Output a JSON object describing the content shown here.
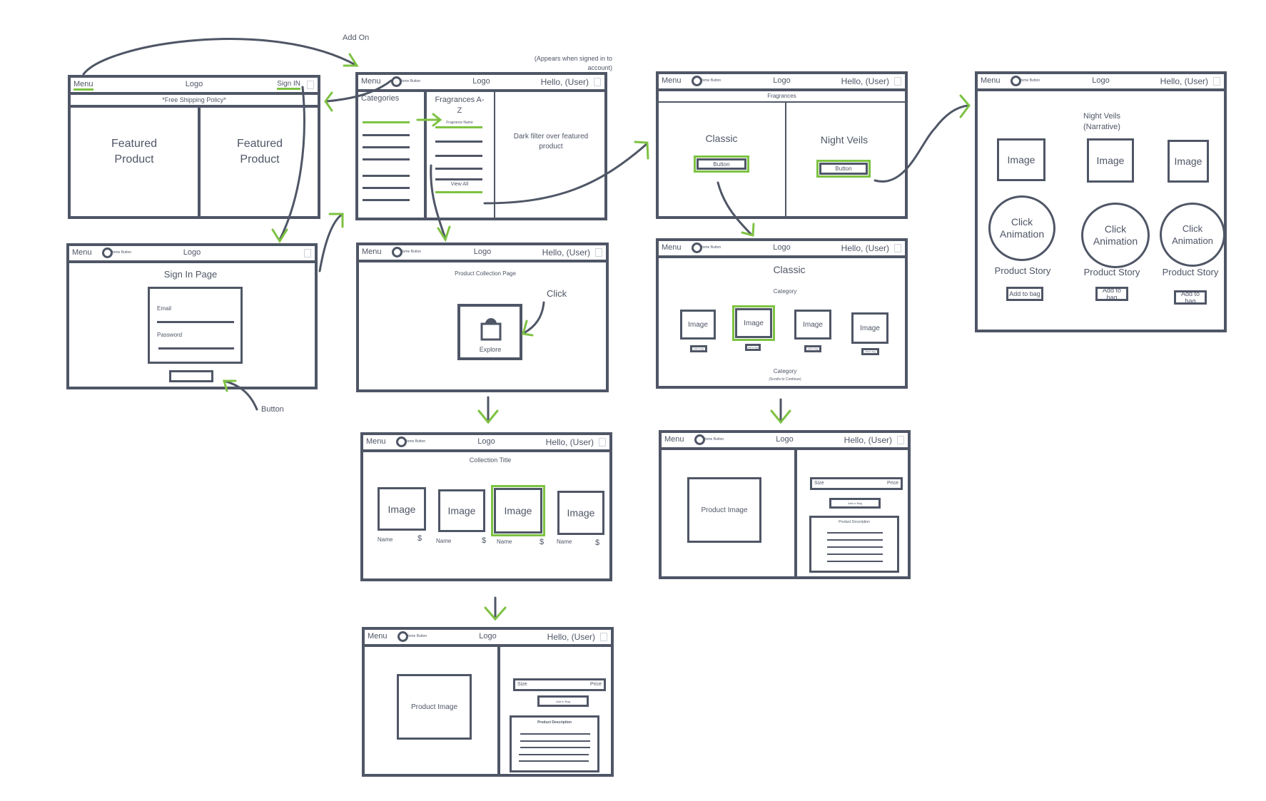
{
  "annotations": {
    "add_on": "Add On",
    "appears_signed_in": "(Appears when signed in to account)",
    "button": "Button",
    "click": "Click"
  },
  "common": {
    "menu": "Menu",
    "home_button": "Home Button",
    "logo": "Logo",
    "hello_user": "Hello, (User)"
  },
  "home": {
    "sign_in": "Sign IN",
    "shipping": "*Free Shipping Policy*",
    "featured_1": "Featured Product",
    "featured_2": "Featured Product"
  },
  "menu_page": {
    "categories": "Categories",
    "fragrances": "Fragrances A-Z",
    "fragrance_name": "Fragrance Name",
    "view_all": "View All",
    "dark_filter": "Dark filter over featured product"
  },
  "fragrances_page": {
    "title": "Fragrances",
    "classic": "Classic",
    "classic_button": "Button",
    "night_veils": "Night Veils",
    "night_veils_button": "Button"
  },
  "night_veils_page": {
    "title": "Night Veils (Narrative)",
    "items": [
      {
        "image": "Image",
        "animation": "Click Animation",
        "story": "Product Story",
        "add": "Add to bag"
      },
      {
        "image": "Image",
        "animation": "Click Animation",
        "story": "Product Story",
        "add": "Add to bag"
      },
      {
        "image": "Image",
        "animation": "Click Animation",
        "story": "Product Story",
        "add": "Add to bag"
      }
    ]
  },
  "sign_in_page": {
    "title": "Sign In Page",
    "email": "Email",
    "password": "Password"
  },
  "collection_page": {
    "title": "Product Collection Page",
    "explore": "Explore"
  },
  "classic_page": {
    "title": "Classic",
    "category_1": "Category",
    "items": [
      {
        "image": "Image",
        "add": "Add to bag"
      },
      {
        "image": "Image",
        "add": "Add to bag"
      },
      {
        "image": "Image",
        "add": "Add to bag"
      },
      {
        "image": "Image",
        "add": "Add to bag"
      }
    ],
    "category_2": "Category",
    "scroll_note": "(Scrolls to Continue)"
  },
  "collection_title_page": {
    "title": "Collection Title",
    "items": [
      {
        "image": "Image",
        "name": "Name",
        "price": "$"
      },
      {
        "image": "Image",
        "name": "Name",
        "price": "$"
      },
      {
        "image": "Image",
        "name": "Name",
        "price": "$"
      },
      {
        "image": "Image",
        "name": "Name",
        "price": "$"
      }
    ]
  },
  "product_page": {
    "product_image": "Product Image",
    "size": "Size",
    "price": "Price",
    "add_to_bag": "Add to Bag",
    "description": "Product Description"
  },
  "colors": {
    "stroke": "#4f5666",
    "accent": "#7dc242"
  }
}
